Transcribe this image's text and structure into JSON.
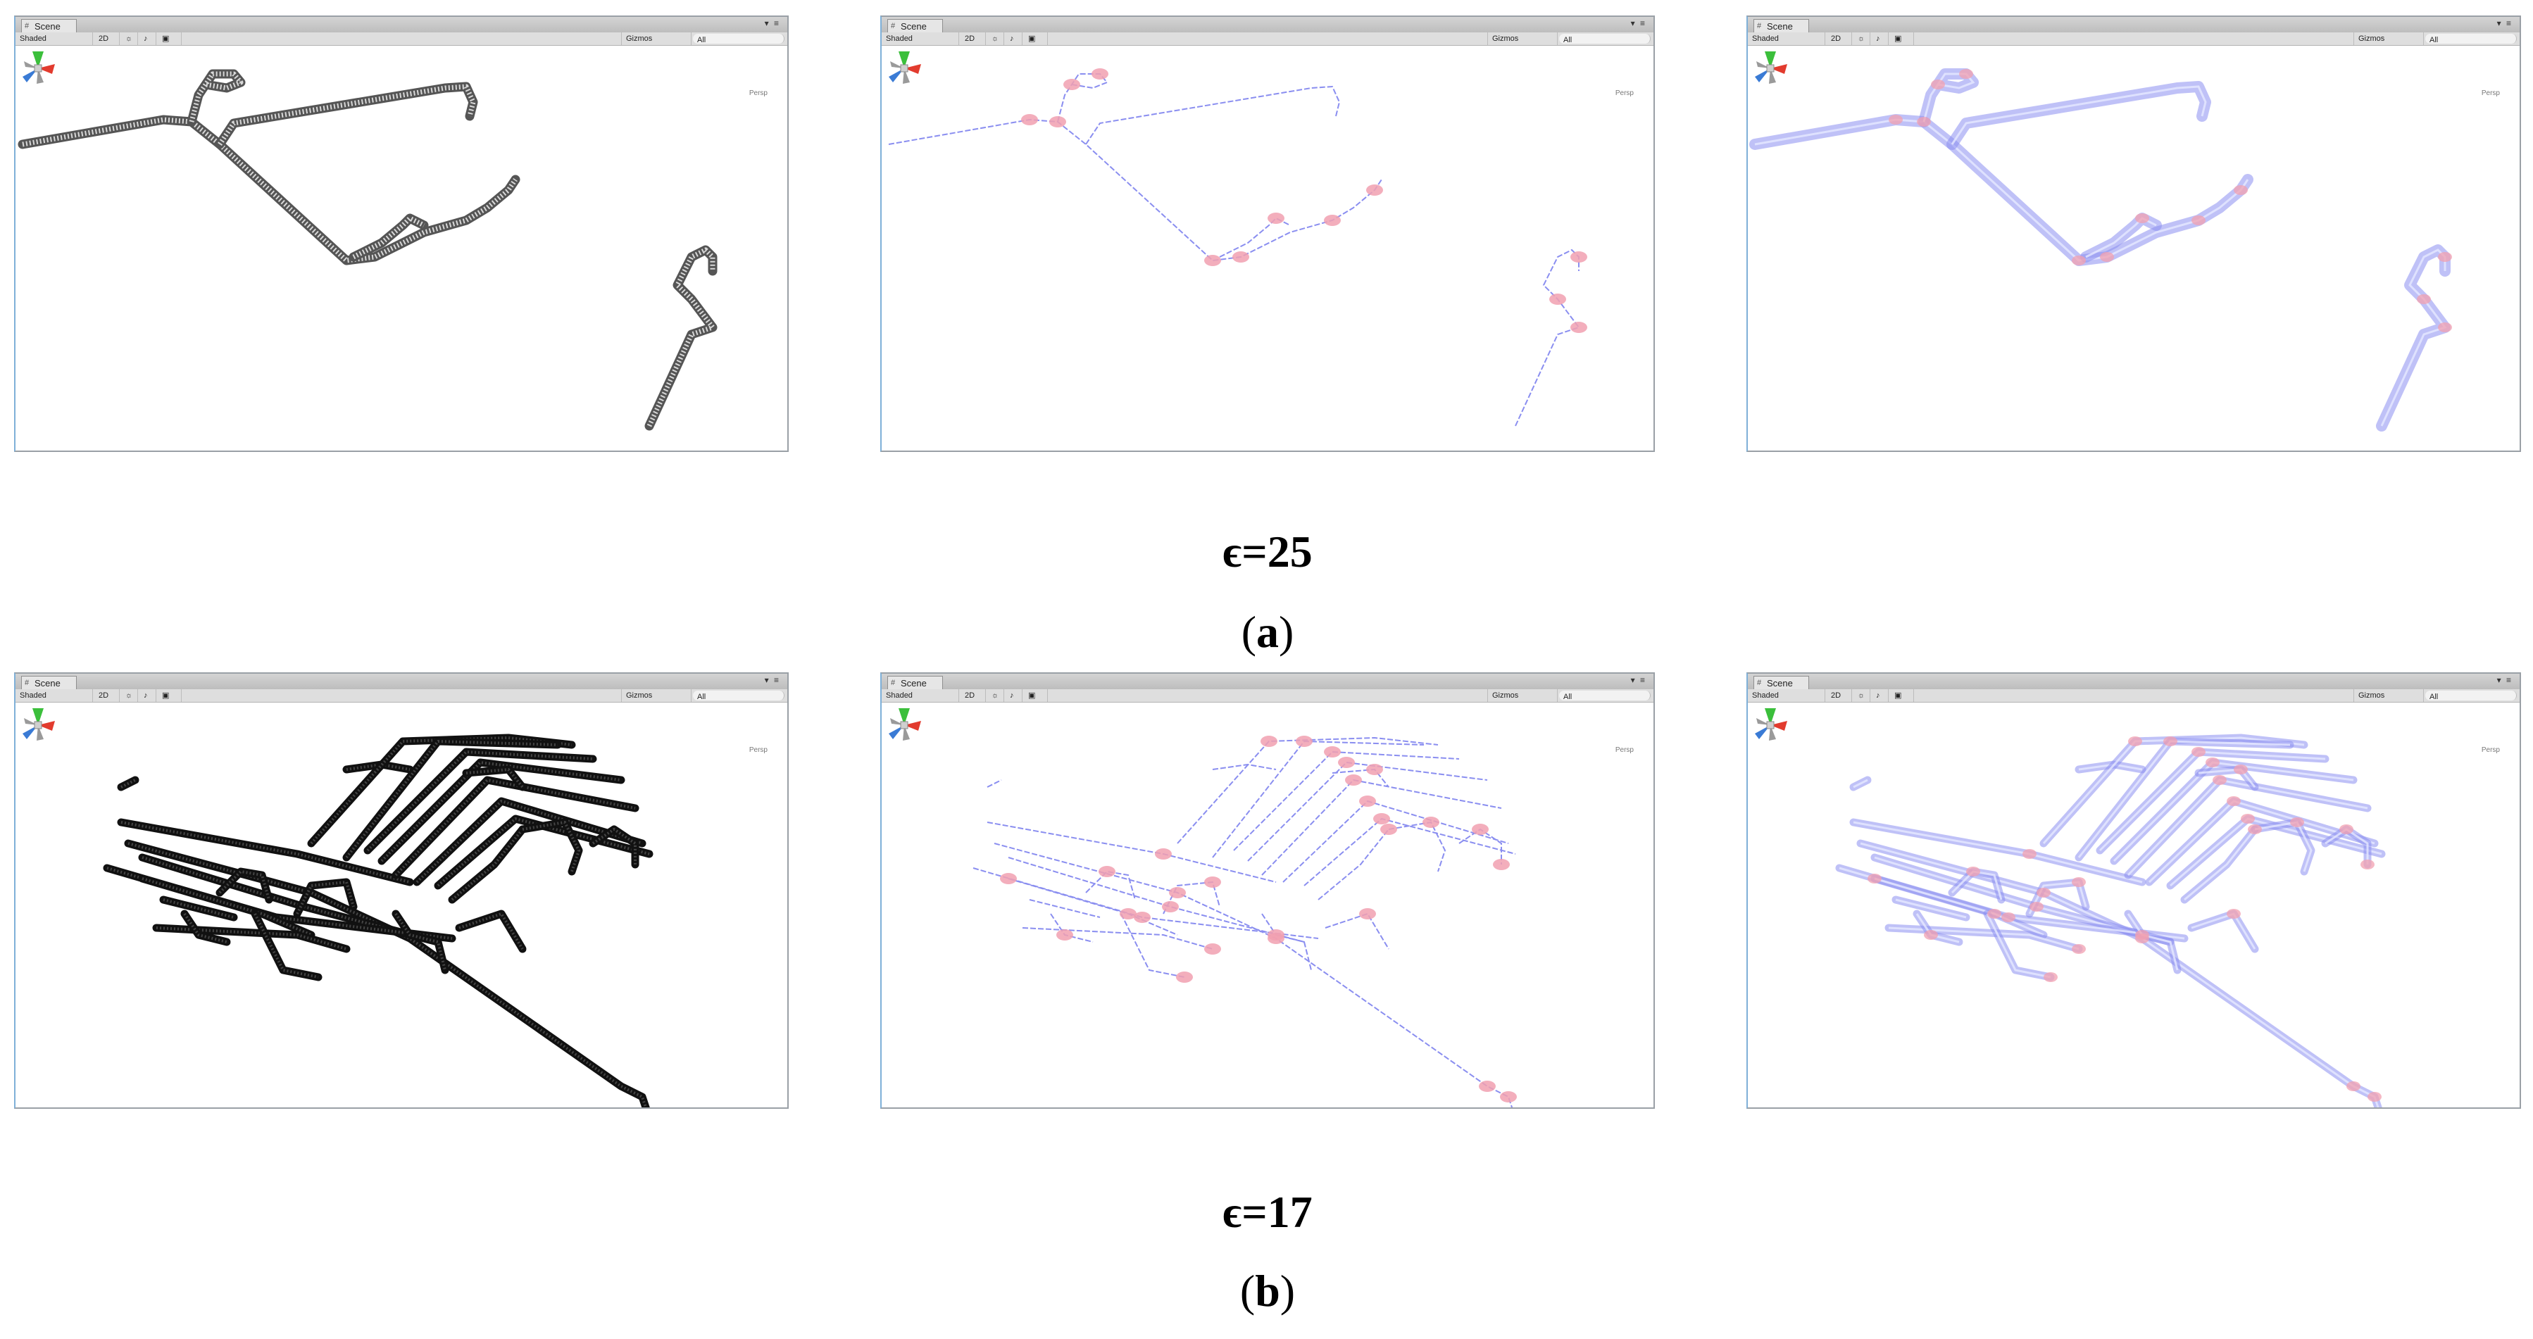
{
  "scene_window": {
    "tab_title": "Scene",
    "shading_mode": "Shaded",
    "view_toggle": "2D",
    "gizmos_menu": "Gizmos",
    "search_placeholder": "All",
    "projection_label": "Persp",
    "window_controls": "▾ ≡"
  },
  "rows": [
    {
      "epsilon_label": "ϵ=25",
      "sub_letter": "a"
    },
    {
      "epsilon_label": "ϵ=17",
      "sub_letter": "b"
    }
  ],
  "colors": {
    "point_cloud": "#333333",
    "pipe_body": "#8a8ef0",
    "pipe_elbow": "#f1a0b0",
    "axis_x": "#e23b2e",
    "axis_y": "#3bbf3b",
    "axis_z": "#3a7bd5"
  },
  "icons": [
    "scene-tab-icon",
    "light-icon",
    "audio-icon",
    "fx-icon",
    "scene-gizmo-icon"
  ]
}
